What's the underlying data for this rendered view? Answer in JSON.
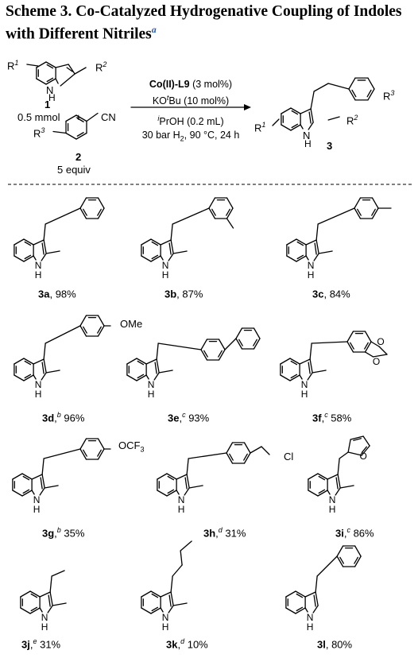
{
  "scheme": {
    "title": "Scheme 3. Co-Catalyzed Hydrogenative Coupling of Indoles with Different Nitriles",
    "footnote_marker": "a"
  },
  "reaction": {
    "reactant1": {
      "number": "1",
      "amount": "0.5 mmol"
    },
    "plus": "+",
    "reactant2": {
      "number": "2",
      "amount": "5 equiv"
    },
    "product": {
      "number": "3"
    },
    "conditions": {
      "catalyst_name": "Co(II)-L9",
      "catalyst_loading": "(3 mol%)",
      "base": "KO",
      "base_super": "t",
      "base_rest": "Bu (10 mol%)",
      "solvent_super": "i",
      "solvent": "PrOH (0.2 mL)",
      "gas": "30 bar H",
      "gas_sub": "2",
      "rest": ", 90 °C, 24 h"
    },
    "atom_labels": {
      "R1": "R",
      "R1_sup": "1",
      "R2": "R",
      "R2_sup": "2",
      "R3": "R",
      "R3_sup": "3",
      "NH_N": "N",
      "NH_H": "H",
      "CN": "CN"
    }
  },
  "products": [
    {
      "id": "3a",
      "note": "",
      "yield": ", 98%"
    },
    {
      "id": "3b",
      "note": "",
      "yield": ", 87%"
    },
    {
      "id": "3c",
      "note": "",
      "yield": ", 84%"
    },
    {
      "id": "3d",
      "note": "b",
      "yield": " 96%",
      "substituent": "OMe"
    },
    {
      "id": "3e",
      "note": "c",
      "yield": " 93%"
    },
    {
      "id": "3f",
      "note": "c",
      "yield": " 58%"
    },
    {
      "id": "3g",
      "note": "b",
      "yield": " 35%",
      "substituent": "OCF3"
    },
    {
      "id": "3h",
      "note": "d",
      "yield": " 31%",
      "substituent": "Cl"
    },
    {
      "id": "3i",
      "note": "c",
      "yield": " 86%"
    },
    {
      "id": "3j",
      "note": "e",
      "yield": " 31%"
    },
    {
      "id": "3k",
      "note": "d",
      "yield": " 10%"
    },
    {
      "id": "3l",
      "note": "",
      "yield": ", 80%"
    }
  ]
}
